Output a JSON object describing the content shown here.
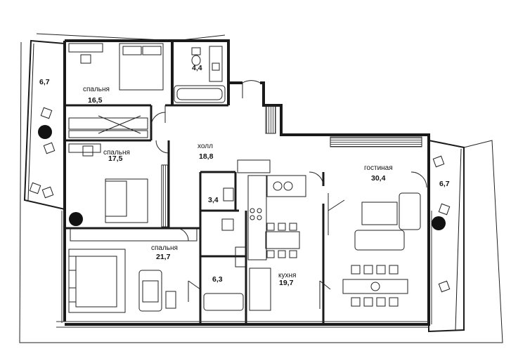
{
  "rooms": {
    "bedroom_top": {
      "label": "спальня",
      "area": "16,5"
    },
    "bathroom_top": {
      "area": "4,4"
    },
    "balcony_left": {
      "area": "6,7"
    },
    "bedroom_middle": {
      "label": "спальня",
      "area": "17,5"
    },
    "hall": {
      "label": "холл",
      "area": "18,8"
    },
    "wc": {
      "area": "3,4"
    },
    "living_room": {
      "label": "гостиная",
      "area": "30,4"
    },
    "balcony_right": {
      "area": "6,7"
    },
    "master_bedroom": {
      "label": "спальня",
      "area": "21,7"
    },
    "bathroom_bottom": {
      "area": "6,3"
    },
    "kitchen": {
      "label": "кухня",
      "area": "19,7"
    }
  },
  "icons": [
    "bed-icon",
    "sofa-icon",
    "armchair-icon",
    "dining-table-icon",
    "bathtub-icon",
    "toilet-icon",
    "sink-icon",
    "stove-icon",
    "plant-icon",
    "wardrobe-icon",
    "door-swing-icon"
  ],
  "colors": {
    "wall": "#1a1a1a",
    "line": "#222222",
    "background": "#ffffff"
  }
}
